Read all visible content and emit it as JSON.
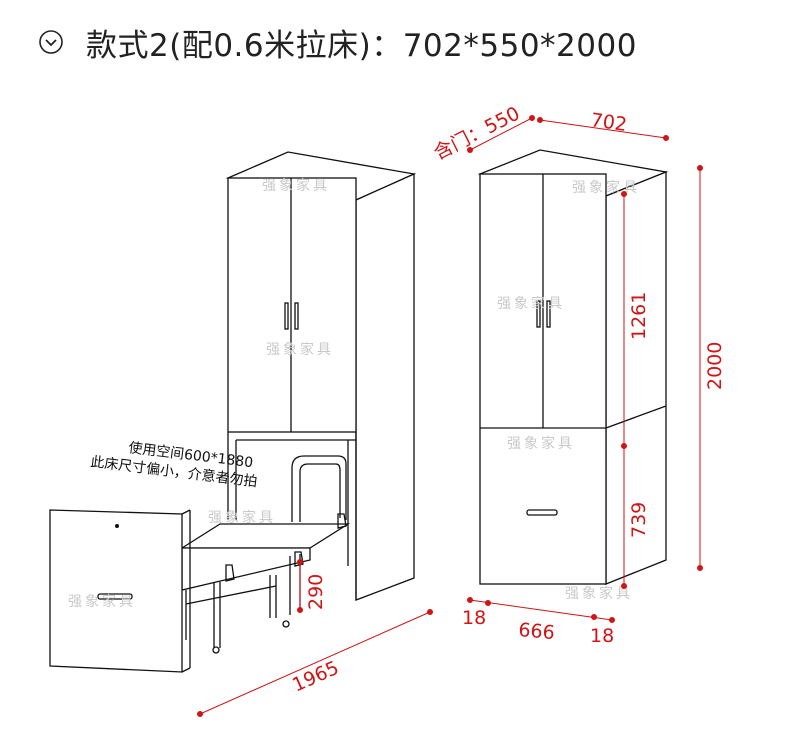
{
  "header": {
    "icon": "chevron-down-circle-icon",
    "title": "款式2(配0.6米拉床)：702*550*2000"
  },
  "dimensions": {
    "depth_prefix": "含门：",
    "depth": "550",
    "width": "702",
    "height_total": "2000",
    "height_upper": "1261",
    "height_lower": "739",
    "side_left": "18",
    "inner_width": "666",
    "side_right": "18",
    "bed_length": "1965",
    "bed_height": "290"
  },
  "notes": {
    "line1": "使用空间600*1880",
    "line2": "此床尺寸偏小，介意者勿拍"
  },
  "watermark": "强象家具",
  "colors": {
    "dimension": "#d11414",
    "outline": "#111111",
    "watermark": "#c9c9c9"
  }
}
